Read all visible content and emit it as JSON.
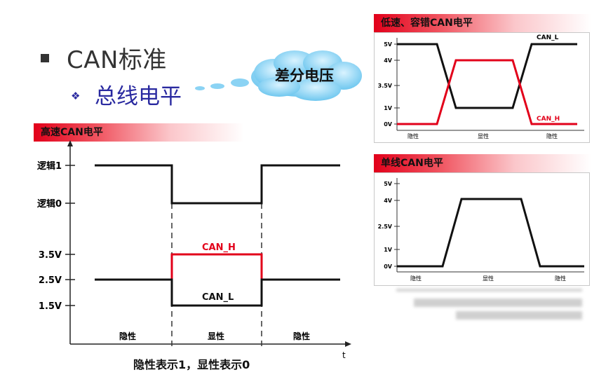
{
  "slide": {
    "title": "CAN标准",
    "subtitle": "总线电平",
    "cloud_text": "差分电压",
    "caption": "隐性表示1，显性表示0"
  },
  "main_chart": {
    "header": "高速CAN电平",
    "ylabels": {
      "logic1": "逻辑1",
      "logic0": "逻辑0",
      "v35": "3.5V",
      "v25": "2.5V",
      "v15": "1.5V"
    },
    "xlabel": "t",
    "signals": {
      "can_h": "CAN_H",
      "can_l": "CAN_L"
    },
    "segments": [
      "隐性",
      "显性",
      "隐性"
    ]
  },
  "lowspeed_chart": {
    "header": "低速、容错CAN电平",
    "ylabels": [
      "5V",
      "4V",
      "3.5V",
      "1V",
      "0V"
    ],
    "signals": {
      "can_l": "CAN_L",
      "can_h": "CAN_H"
    },
    "segments": [
      "隐性",
      "显性",
      "隐性"
    ]
  },
  "singlewire_chart": {
    "header": "单线CAN电平",
    "ylabels": [
      "5V",
      "4V",
      "2.5V",
      "1V",
      "0V"
    ],
    "segments": [
      "隐性",
      "显性",
      "隐性"
    ]
  },
  "colors": {
    "red": "#e2001a",
    "blue_text": "#2a2aa0"
  }
}
